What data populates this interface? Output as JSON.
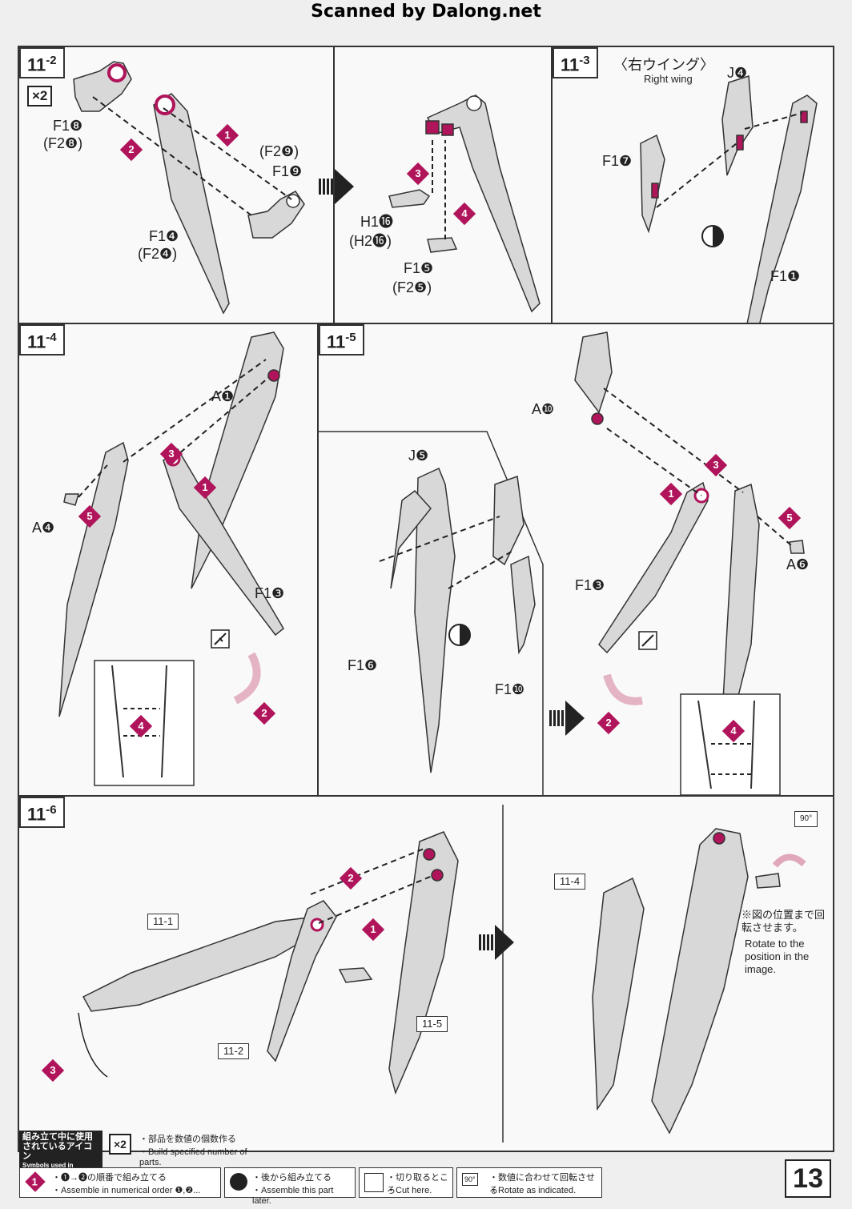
{
  "watermark": "Scanned by Dalong.net",
  "steps": {
    "s11_2": {
      "tag_main": "11",
      "tag_sub": "-2",
      "multiplier": "×2",
      "labels": [
        "F1❽",
        "(F2❽)",
        "(F2❾)",
        "F1❾",
        "F1❹",
        "(F2❹)",
        "H1⓰",
        "(H2⓰)",
        "F1❺",
        "(F2❺)"
      ],
      "markers": [
        "1",
        "2",
        "3",
        "4"
      ]
    },
    "s11_3": {
      "tag_main": "11",
      "tag_sub": "-3",
      "title_jp": "〈右ウイング〉",
      "title_en": "Right wing",
      "labels": [
        "J❹",
        "F1❼",
        "F1❶"
      ]
    },
    "s11_4": {
      "tag_main": "11",
      "tag_sub": "-4",
      "labels": [
        "A❶",
        "A❹",
        "F1❸"
      ],
      "markers": [
        "1",
        "2",
        "3",
        "4",
        "5"
      ]
    },
    "s11_5": {
      "tag_main": "11",
      "tag_sub": "-5",
      "labels": [
        "J❺",
        "F1❻",
        "F1❿",
        "A❿",
        "F1❸",
        "A❻"
      ],
      "markers": [
        "1",
        "2",
        "3",
        "4",
        "5"
      ]
    },
    "s11_6": {
      "tag_main": "11",
      "tag_sub": "-6",
      "callouts": [
        "11-1",
        "11-2",
        "11-5",
        "11-4"
      ],
      "markers": [
        "1",
        "2",
        "3"
      ],
      "rotate_badge": "90°",
      "note_jp": "※図の位置まで回転させます。",
      "note_en": "Rotate to the position in the image."
    }
  },
  "legend": {
    "title_jp": "組み立て中に使用されているアイコン",
    "title_en": "Symbols used in instructions",
    "items": [
      {
        "icon": "×2",
        "jp": "・部品を数値の個数作る",
        "en": "・Build specified number of parts."
      },
      {
        "icon": "1",
        "jp": "・❶→❷の順番で組み立てる",
        "en": "・Assemble in numerical order ❶,❷..."
      },
      {
        "icon": "half-circle-icon",
        "jp": "・後から組み立てる",
        "en": "・Assemble this part later."
      },
      {
        "icon": "cut-icon",
        "jp": "・切り取るところ",
        "en": "・Cut here."
      },
      {
        "icon": "90°",
        "jp": "・数値に合わせて回転させる",
        "en": "・Rotate as indicated."
      }
    ]
  },
  "page_number": "13",
  "colors": {
    "accent": "#b0145a",
    "line": "#333333",
    "part": "#d0d0d0"
  }
}
